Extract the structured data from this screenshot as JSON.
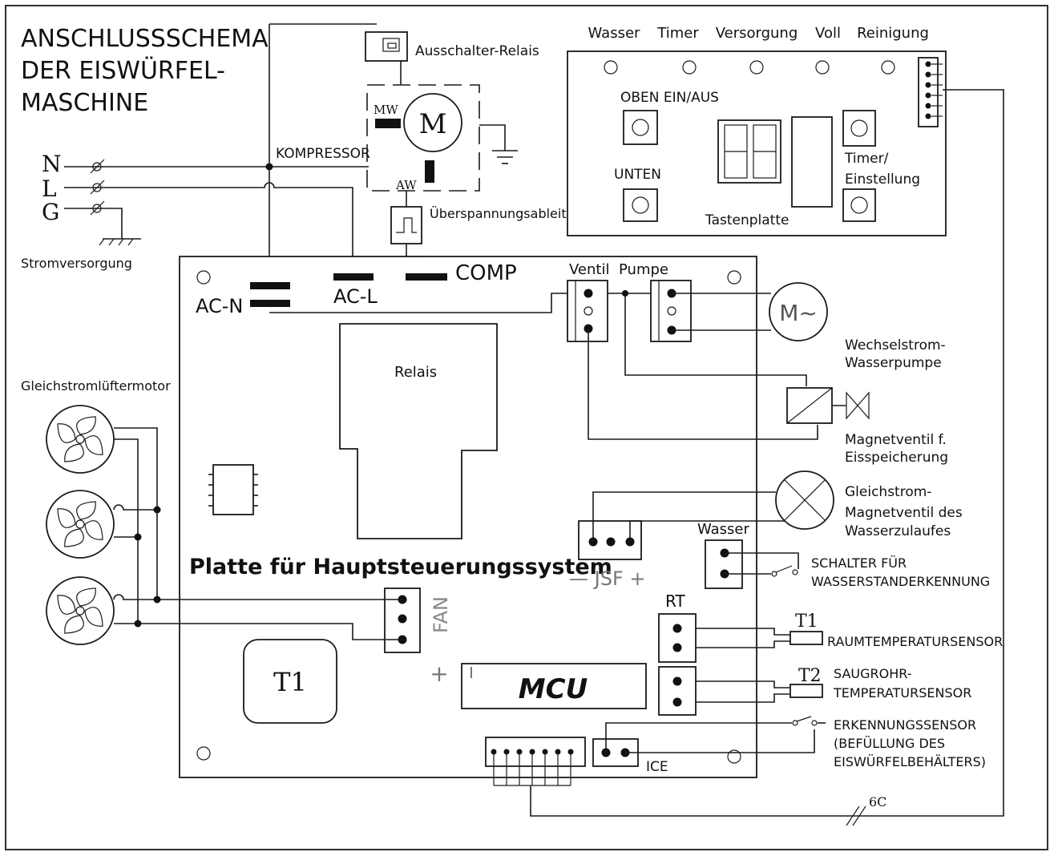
{
  "title": {
    "line1": "ANSCHLUSSSCHEMA",
    "line2": "DER EISWÜRFEL-",
    "line3": "MASCHINE"
  },
  "power": {
    "n": "N",
    "l": "L",
    "g": "G",
    "label": "Stromversorgung"
  },
  "compressor": {
    "label": "KOMPRESSOR",
    "motor": "M",
    "mw": "MW",
    "aw": "AW",
    "relay": "Ausschalter-Relais",
    "surge": "Überspannungsableiter"
  },
  "keypad": {
    "leds": [
      "Wasser",
      "Timer",
      "Versorgung",
      "Voll",
      "Reinigung"
    ],
    "up": "OBEN EIN/AUS",
    "down": "UNTEN",
    "timer": "Timer/",
    "setting": "Einstellung",
    "name": "Tastenplatte"
  },
  "board": {
    "acn": "AC-N",
    "acl": "AC-L",
    "comp": "COMP",
    "ventil": "Ventil",
    "pumpe": "Pumpe",
    "relais": "Relais",
    "name": "Platte für Hauptsteuerungssystem",
    "jsf": "— JSF +",
    "wasser": "Wasser",
    "fan": "FAN",
    "rt": "RT",
    "t1": "T1",
    "mcu": "MCU",
    "plus": "+",
    "ice": "ICE"
  },
  "components": {
    "fan_motor": "Gleichstromlüftermotor",
    "pump_line1": "Wechselstrom-",
    "pump_line2": "Wasserpumpe",
    "pump_symbol": "M~",
    "valve_line1": "Magnetventil f.",
    "valve_line2": "Eisspeicherung",
    "inlet_line1": "Gleichstrom-",
    "inlet_line2": "Magnetventil des",
    "inlet_line3": "Wasserzulaufes",
    "level_line1": "SCHALTER FÜR",
    "level_line2": "WASSERSTANDERKENNUNG",
    "t1": "T1",
    "room_sensor": "RAUMTEMPERATURSENSOR",
    "t2": "T2",
    "suction_line1": "SAUGROHR-",
    "suction_line2": "TEMPERATURSENSOR",
    "ice_line1": "ERKENNUNGSSENSOR",
    "ice_line2": "(BEFÜLLUNG DES",
    "ice_line3": "EISWÜRFELBEHÄLTERS)",
    "cable": "6C"
  }
}
